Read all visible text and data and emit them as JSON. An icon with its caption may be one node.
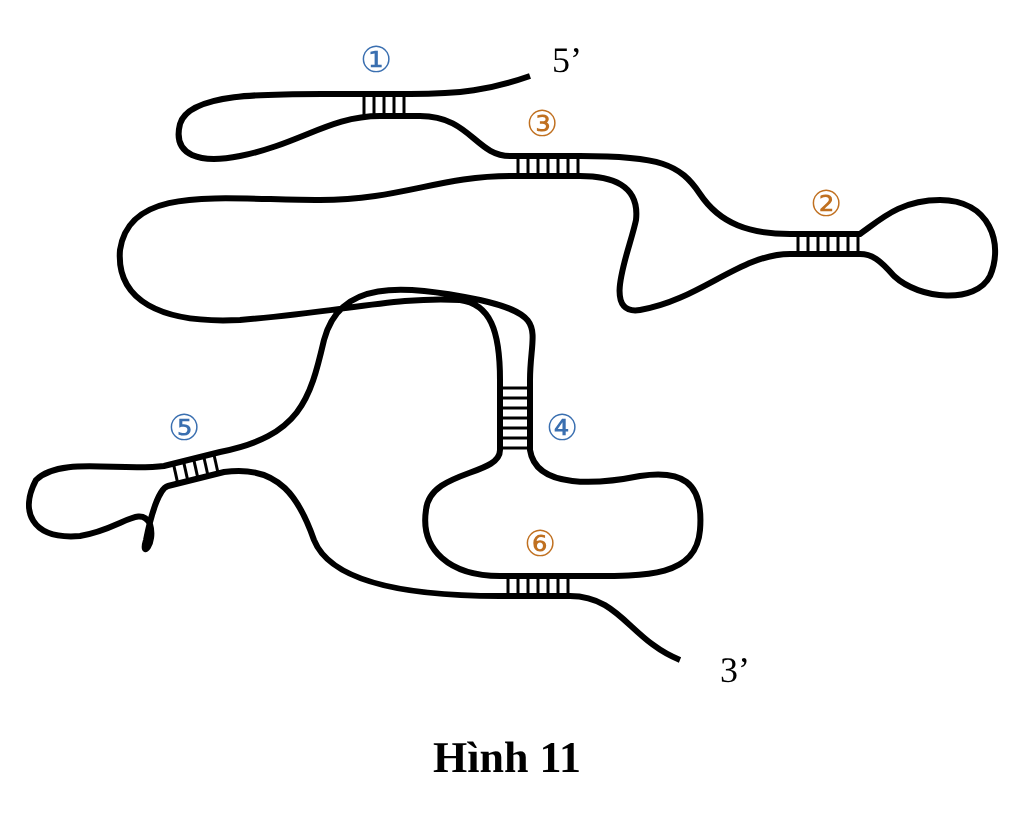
{
  "diagram": {
    "caption": "Hình 11",
    "labels": [
      "①",
      "5’",
      "③",
      "②",
      "⑤",
      "④",
      "⑥",
      "3’"
    ]
  }
}
